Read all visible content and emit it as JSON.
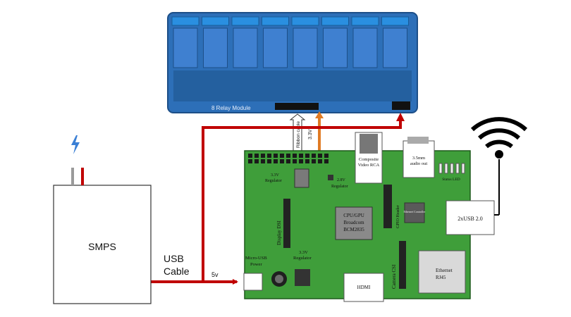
{
  "smps": {
    "label": "SMPS"
  },
  "usb_cable": {
    "line1": "USB",
    "line2": "Cable"
  },
  "supply": {
    "voltage": "5v"
  },
  "relay_module": {
    "label": "8 Relay Module"
  },
  "ribbon": {
    "label": "Ribbon cable"
  },
  "gpio_pin": {
    "label": "3.3V"
  },
  "pi_labels": {
    "reg_3v3_top": "3.3V",
    "regulator_top": "Regulator",
    "reg_2v8": "2.8V",
    "regulator_2v8": "Regulator",
    "composite_1": "Composite",
    "composite_2": "Video RCA",
    "audio_1": "3.5mm",
    "audio_2": "audio out",
    "status_led": "Status LED",
    "display": "Display DSI",
    "cpu_1": "CPU/GPU",
    "cpu_2": "Broadcom",
    "cpu_3": "BCM2835",
    "usb2": "2xUSB 2.0",
    "ethernet_ctrl": "Ethernet Controller",
    "gpio_header": "GPIO Header",
    "micro_usb_1": "Micro-USB",
    "micro_usb_2": "Power",
    "reg_3v3_bottom": "3.3V",
    "regulator_bottom": "Regulator",
    "camera": "Camera CSI",
    "hdmi": "HDMI",
    "ethernet": "Ethernet",
    "rj45": "RJ45"
  },
  "colors": {
    "power_wire": "#c00000",
    "signal_wire": "#e07b24",
    "pcb_green": "#3f9e3a",
    "relay_board": "#2d6fb8",
    "relay_block": "#3f80d0"
  },
  "icons": [
    "lightning-icon",
    "wifi-icon"
  ]
}
